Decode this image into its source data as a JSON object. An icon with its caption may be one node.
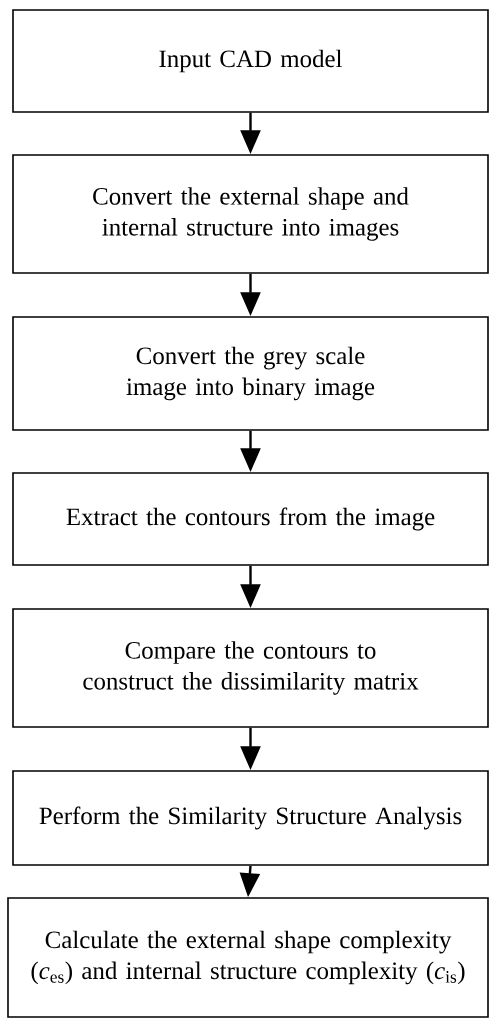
{
  "diagram": {
    "nodes": [
      {
        "text": [
          "Input CAD model"
        ]
      },
      {
        "text": [
          "Convert the external shape and internal structure into images"
        ]
      },
      {
        "text": [
          "Convert the grey scale image into binary image"
        ]
      },
      {
        "text": [
          "Extract the contours from the image"
        ]
      },
      {
        "text": [
          "Compare the contours to construct the dissimilarity matrix"
        ]
      },
      {
        "text": [
          "Perform the Similarity Structure Analysis"
        ]
      },
      {
        "text": [
          "Calculate the external shape complexity (*c*$_{es}$) and internal structure complexity (*c*$_{is}$)"
        ]
      }
    ],
    "edges": [
      {
        "from": 0,
        "to": 1,
        "arrow": "to"
      },
      {
        "from": 1,
        "to": 2,
        "arrow": "to"
      },
      {
        "from": 2,
        "to": 3,
        "arrow": "to"
      },
      {
        "from": 3,
        "to": 4,
        "arrow": "to"
      },
      {
        "from": 4,
        "to": 5,
        "arrow": "to"
      },
      {
        "from": 5,
        "to": 6,
        "arrow": "to"
      }
    ]
  }
}
